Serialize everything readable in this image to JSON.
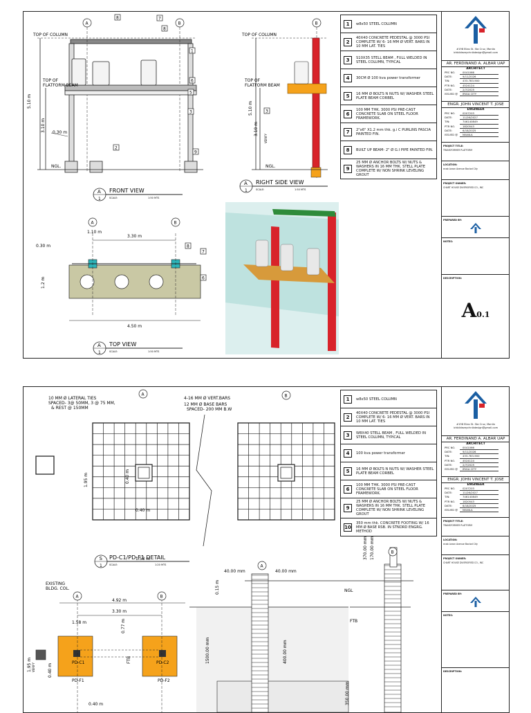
{
  "title_block": {
    "address": "#198 Elias St. Sta Cruz, Manila",
    "email": "ichbildezeychnikdesign@gmail.com",
    "architect": {
      "name": "AR. FERDINAND A. ALBAR   UAP",
      "role": "ARCHITECT",
      "fields": [
        {
          "k": "PRC NO.",
          "v": "0041066"
        },
        {
          "k": "DATE:",
          "v": "9/11/2026"
        },
        {
          "k": "TIN:",
          "v": "433-783-900"
        },
        {
          "k": "PTR NO.",
          "v": "4524124"
        },
        {
          "k": "DATE:",
          "v": "2/7/2025"
        },
        {
          "k": "ISSUED @",
          "v": "IRIGA CITY"
        }
      ]
    },
    "engineer": {
      "name": "ENGR. JOHN VINCENT T. JOSE",
      "role": "ENGINEER",
      "fields": [
        {
          "k": "PRC NO.",
          "v": "0207203"
        },
        {
          "k": "DATE:",
          "v": "11/26/2027"
        },
        {
          "k": "TIN:",
          "v": "746140849"
        },
        {
          "k": "PTR NO.",
          "v": "1820543"
        },
        {
          "k": "DATE:",
          "v": "6/18/2025"
        },
        {
          "k": "ISSUED @",
          "v": "MANILA"
        }
      ]
    },
    "project_title_label": "PROJECT TITLE:",
    "project_title": "TRANSFORMER PLATFORM",
    "location_label": "LOCATION:",
    "location": "ecab Lezon Avenue Baclod City",
    "owner_label": "PROJECT OWNER:",
    "owner": "CHART HOUSE DIVERSIFIED CO., INC",
    "prepared_label": "PREPARED BY:",
    "notes_label": "NOTES:",
    "description_label": "DESCRIPTION:",
    "sheet_number": "A",
    "sheet_suffix": "0.1"
  },
  "legend_top": [
    {
      "n": "1",
      "t": "w8x50 STEEL COLUMN"
    },
    {
      "n": "2",
      "t": "40X40 CONCRETE PEDESTAL @ 3000 PSI COMPLETE W/ 6- 16 MM Ø VERT. BARS IN 10 MM LAT. TIES"
    },
    {
      "n": "3",
      "t": "S10X35 STELL BEAM , FULL WELDED IN STEEL COLUMN, TYPICAL"
    },
    {
      "n": "4",
      "t": "30CM Ø 100 kva power transformer"
    },
    {
      "n": "5",
      "t": "16 MM Ø BOLTS N NUTS W/ WASHER STEEL PLATE BEAM CORBEL"
    },
    {
      "n": "6",
      "t": "100 MM THK. 3000 PSI PRE-CAST CONCRETE SLAB ON STEEL FLOOR FRAMEWORK."
    },
    {
      "n": "7",
      "t": "2\"x6\" X1.2 mm thk. g.i C PURLINS FASCIA PAINTED FIN."
    },
    {
      "n": "8",
      "t": "BUILT UP BEAM- 2\" Ø G.I PIPE PAINTED FIN."
    },
    {
      "n": "9",
      "t": "25 MM Ø ANCHOR BOLTS W/ NUTS & WASHERS IN 16 MM THK. STELL PLATE COMPLETE W/ NON SHRINK LEVELING GROUT"
    }
  ],
  "legend_bottom": [
    {
      "n": "1",
      "t": "w8x50 STEEL COLUMN"
    },
    {
      "n": "2",
      "t": "40X40 CONCRETE PEDESTAL @ 3000 PSI COMPLETE W/ 6- 16 MM Ø VERT. BARS IN 10 MM LAT. TIES"
    },
    {
      "n": "3",
      "t": "W8X40 STELL BEAM , FULL WELDED IN STEEL COLUMN, TYPICAL"
    },
    {
      "n": "4",
      "t": "100 kva power transformer"
    },
    {
      "n": "5",
      "t": "16 MM Ø BOLTS N NUTS W/ WASHER STEEL PLATE BEAM CORBEL"
    },
    {
      "n": "6",
      "t": "100 MM THK. 3000 PSI PRE-CAST CONCRETE SLAB ON STEEL FLOOR FRAMEWORK."
    },
    {
      "n": "9",
      "t": "25 MM Ø ANCHOR BOLTS W/ NUTS & WASHERS IN 16 MM THK. STELL PLATE COMPLETE W/ NON SHRINK LEVELING GROUT"
    },
    {
      "n": "10",
      "t": "350 mm thk. CONCRETE FOOTING W/ 16 MM Ø BASE RSB. IN STNDRD ENGRG. METHOD"
    }
  ],
  "front_view": {
    "title": "FRONT VIEW",
    "scale_label": "SCALE:",
    "scale": "1:50 MTS",
    "top_of_column": "TOP OF COLUMN",
    "top_of_platform_1": "TOP OF",
    "top_of_platform_2": "FLATFORM BEAM",
    "h1": "5.10 m",
    "h2": "3.10 m",
    "offset": "0.30 m",
    "ngl": "NGL.",
    "callouts": [
      "8",
      "7",
      "8",
      "1",
      "6",
      "5",
      "3",
      "2",
      "9"
    ]
  },
  "side_view": {
    "title": "RIGHT SIDE VIEW",
    "scale_label": "SCALE:",
    "scale": "1:50 MTS",
    "top_of_column": "TOP OF COLUMN",
    "top_of_platform_1": "TOP OF",
    "top_of_platform_2": "FLATFORM BEAM",
    "h1": "5.10 m",
    "h2": "3.10 m",
    "verify": "VERIFY",
    "ngl": "NGL.",
    "callout": "3"
  },
  "top_view": {
    "title": "TOP VIEW",
    "scale_label": "SCALE:",
    "scale": "1:50 MTS",
    "d1": "1.10 m",
    "d2": "3.30 m",
    "d3": "0.30 m",
    "d4": "1.2 m",
    "d5": "4.50 m",
    "callouts": [
      "8",
      "7",
      "6"
    ]
  },
  "grid_a": "A",
  "grid_b": "B",
  "view_num": "1",
  "detail": {
    "title": "PD-C1/PD-F1 DETAIL",
    "tag": "S",
    "scale_label": "SCALE:",
    "scale": "1:20 MTS",
    "ties": [
      "10 MM Ø LATERAL TIES",
      "SPACED- 3@ 50MM, 3 @ 75 MM,",
      "& REST @ 150MM"
    ],
    "vert": "4-16 MM Ø VERT.BARS",
    "base": [
      "12 MM Ø BASE BARS",
      "SPACED- 200 MM B.W"
    ],
    "d1": "0.40 m",
    "d2": "1.95 m",
    "d3": "0.40 m",
    "d4": "1.58 m"
  },
  "plan": {
    "existing": [
      "EXISTING",
      "BLDG. COL."
    ],
    "d1": "4.92 m",
    "d2": "3.30 m",
    "d3": "1.58 m",
    "d4": "0.77 m",
    "d5": "1.95 m",
    "verify": "VERIFY",
    "d6": "0.40 m",
    "d7": "0.40 m",
    "pdc1": "PD-C1",
    "pdc2": "PD-C2",
    "pdf1": "PD-F1",
    "pdf2": "PD-F2",
    "ftb": "FTB"
  },
  "section": {
    "d1": "40.00 mm",
    "d2": "40.00 mm",
    "d3": "370.00 mm",
    "d4": "170.00 mm",
    "d5": "0.15 m",
    "d6": "1500.00 mm",
    "d7": "400.00 mm",
    "d8": "350.00 mm",
    "ngl": "NGL",
    "ftb": "FTB"
  },
  "colors": {
    "orange": "#f5a21b",
    "red": "#d8232a",
    "steel": "#1b5fa3",
    "slab": "#c9c8a4"
  }
}
